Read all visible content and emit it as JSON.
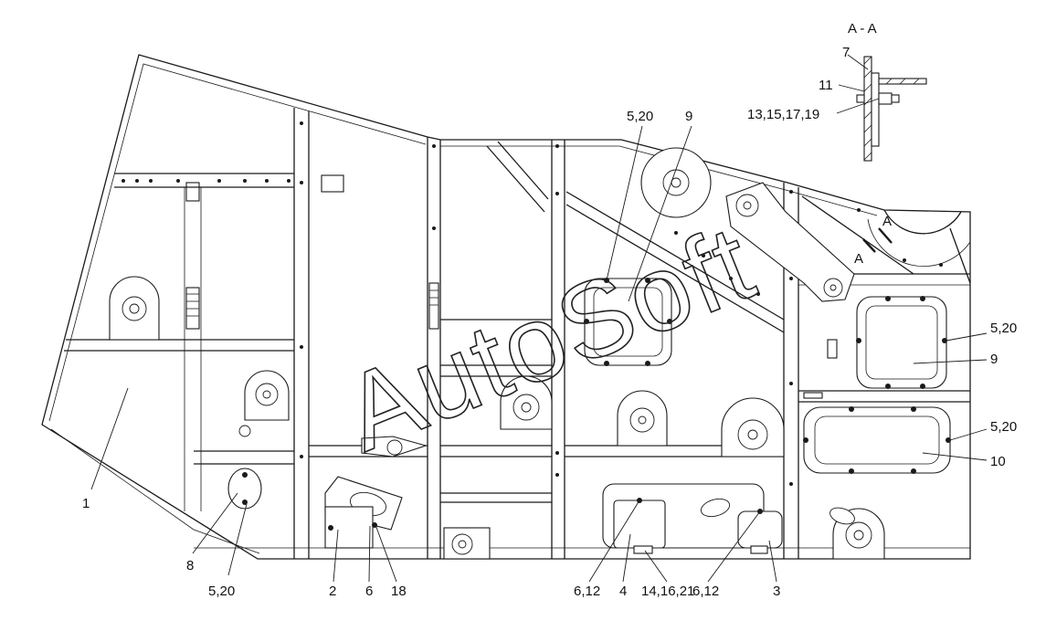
{
  "section_title": "A - A",
  "section_markers": [
    "A",
    "A"
  ],
  "watermark": "AutoSoft",
  "callouts": {
    "c1": "1",
    "c2": "2",
    "c3": "3",
    "c4": "4",
    "c6": "6",
    "c8": "8",
    "c9_top": "9",
    "c9_right": "9",
    "c10": "10",
    "c18": "18",
    "c5_20_top": "5,20",
    "c5_20_right_upper": "5,20",
    "c5_20_right_lower": "5,20",
    "c5_20_bottom": "5,20",
    "c6_12_left": "6,12",
    "c6_12_right": "6,12",
    "c14_16_21": "14,16,21",
    "c7": "7",
    "c11": "11",
    "c13_15_17_19": "13,15,17,19"
  }
}
